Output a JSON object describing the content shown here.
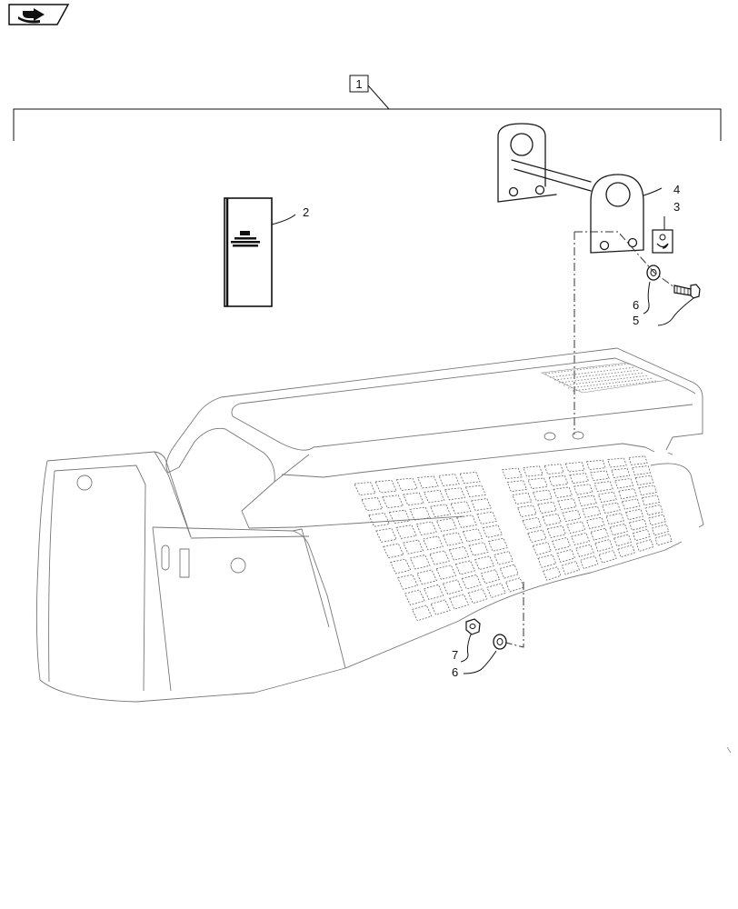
{
  "callouts": {
    "assembly": "1",
    "manual": "2",
    "clip": "3",
    "bracket": "4",
    "bolt": "5",
    "washer_upper": "6",
    "nut": "7",
    "washer_lower": "6"
  },
  "icons": {
    "nav": "next-page-arrow-icon"
  }
}
